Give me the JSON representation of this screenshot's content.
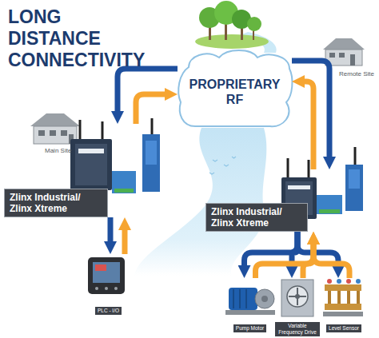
{
  "diagram": {
    "title": "LONG DISTANCE CONNECTIVITY",
    "nodes": [
      {
        "text": [
          "PROPRIETARY RF"
        ]
      },
      {
        "text": [
          "Zlinx Industrial/ Zlinx Xtreme"
        ]
      },
      {
        "text": [
          "Zlinx Industrial/ Zlinx Xtreme"
        ]
      },
      {
        "text": [
          "PLC - I/O"
        ]
      },
      {
        "text": [
          "Pump Motor"
        ]
      },
      {
        "text": [
          "Variable Frequency Drive"
        ]
      },
      {
        "text": [
          "Level Sensor"
        ]
      }
    ],
    "edges": [
      {
        "from": 0,
        "to": 1,
        "arrow": "to"
      },
      {
        "from": 1,
        "to": 0,
        "arrow": "to"
      },
      {
        "from": 2,
        "to": 0,
        "arrow": "to"
      },
      {
        "from": 0,
        "to": 2,
        "arrow": "to"
      },
      {
        "from": 1,
        "to": 3,
        "arrow": "to"
      },
      {
        "from": 3,
        "to": 1,
        "arrow": "to"
      },
      {
        "from": 2,
        "to": 4,
        "arrow": "to"
      },
      {
        "from": 2,
        "to": 5,
        "arrow": "to"
      },
      {
        "from": 2,
        "to": 6,
        "arrow": "to"
      },
      {
        "from": 4,
        "to": 2,
        "arrow": "to"
      },
      {
        "from": 5,
        "to": 2,
        "arrow": "to"
      },
      {
        "from": 6,
        "to": 2,
        "arrow": "to"
      }
    ],
    "labels": [
      "Main Site",
      "Remote Site"
    ]
  }
}
